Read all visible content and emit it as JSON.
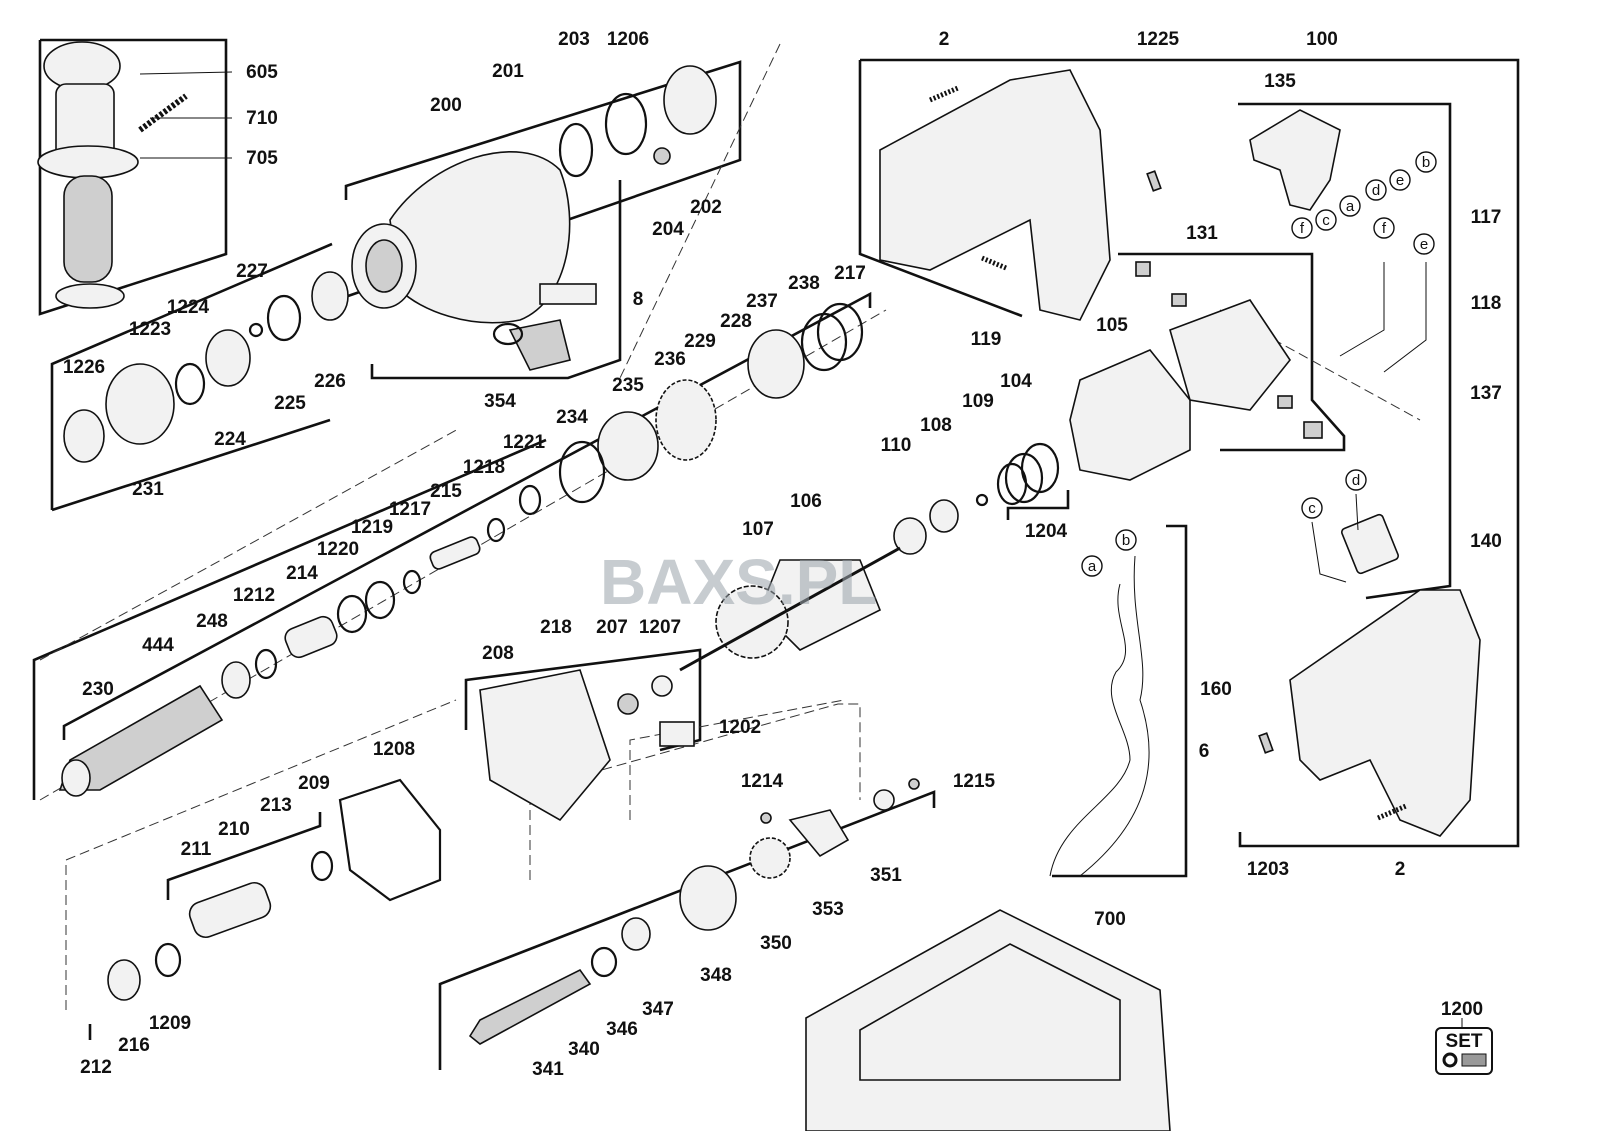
{
  "labels": [
    "605",
    "710",
    "705",
    "203",
    "1206",
    "201",
    "200",
    "202",
    "204",
    "8",
    "354",
    "227",
    "1224",
    "1223",
    "1226",
    "225",
    "226",
    "224",
    "231",
    "238",
    "217",
    "237",
    "228",
    "229",
    "236",
    "235",
    "234",
    "1221",
    "1218",
    "215",
    "1217",
    "1219",
    "1220",
    "214",
    "1212",
    "248",
    "444",
    "230",
    "2",
    "1225",
    "100",
    "135",
    "117",
    "118",
    "137",
    "140",
    "131",
    "119",
    "105",
    "104",
    "109",
    "108",
    "110",
    "106",
    "107",
    "1204",
    "218",
    "207",
    "1207",
    "208",
    "1202",
    "1208",
    "209",
    "213",
    "210",
    "211",
    "1214",
    "1215",
    "351",
    "353",
    "350",
    "348",
    "347",
    "346",
    "340",
    "341",
    "216",
    "1209",
    "212",
    "160",
    "6",
    "1203",
    "2",
    "700",
    "1200"
  ],
  "circle_letters": [
    "b",
    "e",
    "d",
    "a",
    "c",
    "f",
    "f",
    "e",
    "c",
    "d",
    "a",
    "b"
  ],
  "set_badge": "SET",
  "watermark": "BAXS.PL"
}
